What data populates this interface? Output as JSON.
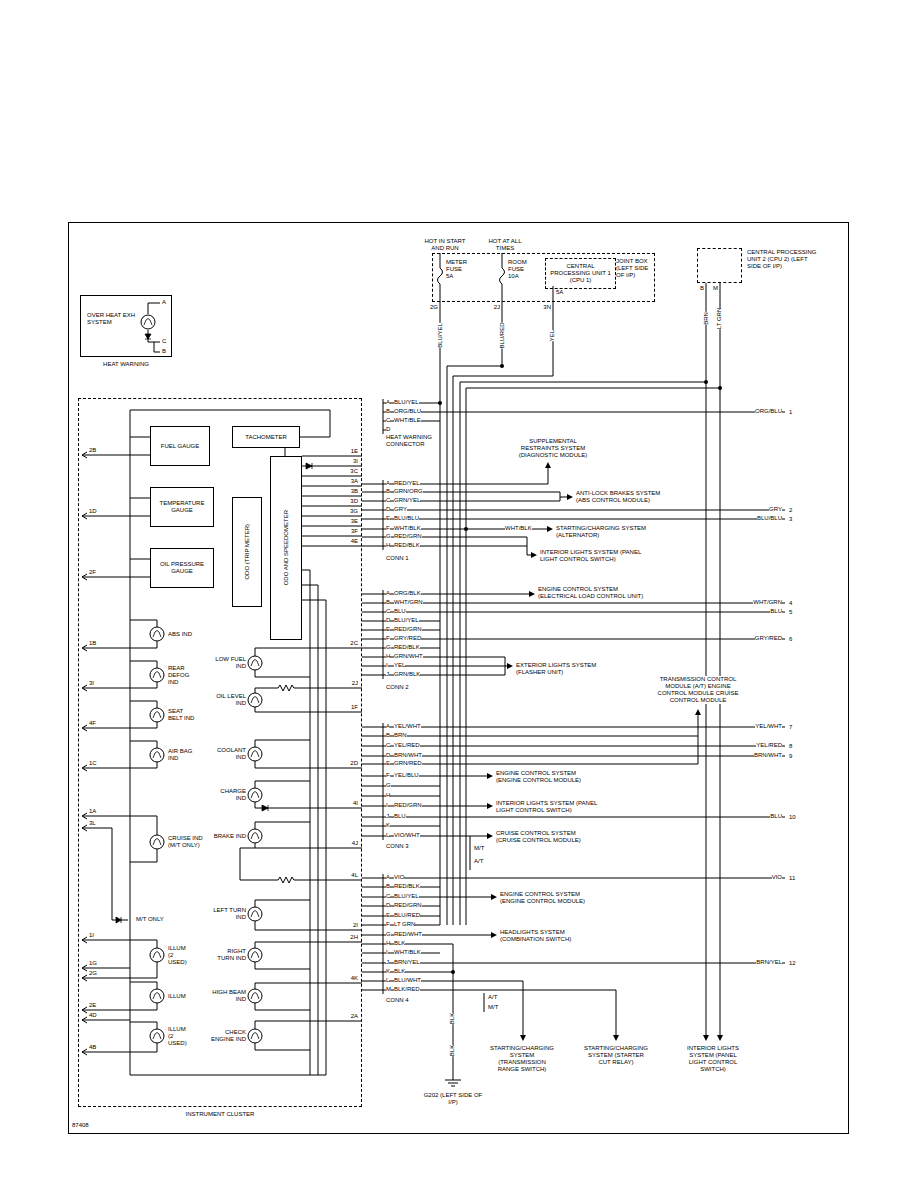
{
  "diagram": {
    "nodes": [
      {
        "text": [
          "OVER HEAT EXH SYSTEM",
          "HEAT WARNING"
        ]
      },
      {
        "text": [
          "JOINT BOX (LEFT SIDE OF I/P)"
        ]
      },
      {
        "text": [
          "CENTRAL PROCESSING UNIT 1 (CPU 1)"
        ],
        "in": 1
      },
      {
        "text": [
          "CENTRAL PROCESSING UNIT 2 (CPU 2) (LEFT SIDE OF I/P)"
        ]
      },
      {
        "text": [
          "INSTRUMENT CLUSTER"
        ]
      },
      {
        "text": [
          "FUEL GAUGE"
        ],
        "in": 4
      },
      {
        "text": [
          "TACHOMETER"
        ],
        "in": 4
      },
      {
        "text": [
          "TEMPERATURE GAUGE"
        ],
        "in": 4
      },
      {
        "text": [
          "ODO (TRIP METER)"
        ],
        "in": 4
      },
      {
        "text": [
          "ODO AND SPEEDOMETER"
        ],
        "in": 4
      },
      {
        "text": [
          "OIL PRESSURE GAUGE"
        ],
        "in": 4
      }
    ],
    "edges": [
      {
        "from": 6,
        "to": 9,
        "arrow": "none"
      }
    ],
    "labels": [
      "HOT IN START AND RUN",
      "HOT AT ALL TIMES",
      "METER FUSE 5A",
      "ROOM FUSE 10A",
      "5A",
      "2G",
      "2J",
      "3N",
      "BLU/YEL",
      "BLU/RED",
      "YEL",
      "B",
      "M",
      "BRN",
      "LT GRN",
      "A",
      "C",
      "B",
      "A",
      "BLU/YEL",
      "B",
      "ORG/BLU",
      "C",
      "WHT/BLE",
      "D",
      "HEAT WARNING CONNECTOR",
      "A",
      "RED/YEL",
      "B",
      "GRN/ORG",
      "C",
      "GRN/YEL",
      "D",
      "GRY",
      "E",
      "BLU/BLU",
      "F",
      "WHT/BLK",
      "G",
      "RED/GRN",
      "H",
      "RED/BLK",
      "CONN 1",
      "A",
      "ORG/BLK",
      "B",
      "WHT/GRN",
      "C",
      "BLU",
      "D",
      "BLU/YEL",
      "E",
      "RED/GRN",
      "F",
      "GRY/RED",
      "G",
      "RED/BLK",
      "H",
      "GRN/WHT",
      "I",
      "YEL",
      "J",
      "GRN/BLK",
      "CONN 2",
      "A",
      "YEL/WHT",
      "B",
      "BRN",
      "C",
      "YEL/RED",
      "D",
      "BRN/WHT",
      "E",
      "GRN/RED",
      "F",
      "YEL/BLU",
      "G",
      "H",
      "I",
      "RED/GRN",
      "J",
      "BLU",
      "K",
      "L",
      "VIO/WHT",
      "CONN 3",
      "A",
      "VIO",
      "B",
      "RED/BLK",
      "C",
      "BLU/YEL",
      "D",
      "RED/GRN",
      "E",
      "BLU/RED",
      "F",
      "LT GRN",
      "G",
      "RED/WHT",
      "H",
      "BLK",
      "I",
      "WHT/BLK",
      "J",
      "BRN/YEL",
      "K",
      "BLK",
      "L",
      "BLU/WHT",
      "M",
      "BLK/RED",
      "CONN 4",
      "ORG/BLU",
      "1",
      "GRY",
      "2",
      "BLU/BLU",
      "3",
      "WHT/GRN",
      "4",
      "BLU",
      "5",
      "GRY/RED",
      "6",
      "YEL/WHT",
      "7",
      "YEL/RED",
      "8",
      "BRN/WHT",
      "9",
      "BLU",
      "10",
      "VIO",
      "11",
      "BRN/YEL",
      "12",
      "SUPPLEMENTAL RESTRAINTS SYSTEM (DIAGNOSTIC MODULE)",
      "ANTI-LOCK BRAKES SYSTEM (ABS CONTROL MODULE)",
      "WHT/BLK",
      "STARTING/CHARGING SYSTEM (ALTERNATOR)",
      "INTERIOR LIGHTS SYSTEM (PANEL LIGHT CONTROL SWITCH)",
      "ENGINE CONTROL SYSTEM (ELECTRICAL LOAD CONTROL UNIT)",
      "EXTERIOR LIGHTS SYSTEM (FLASHER UNIT)",
      "TRANSMISSION CONTROL MODULE (A/T) ENGINE CONTROL MODULE CRUISE CONTROL MODULE",
      "ENGINE CONTROL SYSTEM (ENGINE CONTROL MODULE)",
      "INTERIOR LIGHTS SYSTEM (PANEL LIGHT CONTROL SWITCH)",
      "CRUISE CONTROL SYSTEM (CRUISE CONTROL MODULE)",
      "M/T",
      "A/T",
      "ENGINE CONTROL SYSTEM (ENGINE CONTROL MODULE)",
      "HEADLIGHTS SYSTEM (COMBINATION SWITCH)",
      "A/T",
      "M/T",
      "STARTING/CHARGING SYSTEM (TRANSMISSION RANGE SWITCH)",
      "STARTING/CHARGING SYSTEM (STARTER CUT RELAY)",
      "INTERIOR LIGHTS SYSTEM (PANEL LIGHT CONTROL SWITCH)",
      "BLK",
      "BLK",
      "G202 (LEFT SIDE OF I/P)",
      "2B",
      "1D",
      "2F",
      "1B",
      "3I",
      "4F",
      "1C",
      "1A",
      "3L",
      "1I",
      "1G",
      "2G",
      "2E",
      "4D",
      "4B",
      "1E",
      "3I",
      "3C",
      "3A",
      "3B",
      "3D",
      "3G",
      "3E",
      "3F",
      "4E",
      "2C",
      "2J",
      "1F",
      "2D",
      "4I",
      "4J",
      "4L",
      "2I",
      "2H",
      "4K",
      "2A",
      "ABS IND",
      "REAR DEFOG IND",
      "SEAT BELT IND",
      "AIR BAG IND",
      "CRUISE IND (M/T ONLY)",
      "M/T ONLY",
      "ILLUM (2 USED)",
      "ILLUM",
      "ILLUM (2 USED)",
      "LOW FUEL IND",
      "OIL LEVEL IND",
      "COOLANT IND",
      "CHARGE IND",
      "BRAKE IND",
      "LEFT TURN IND",
      "RIGHT TURN IND",
      "HIGH BEAM IND",
      "CHECK ENGINE IND",
      "87408"
    ]
  }
}
